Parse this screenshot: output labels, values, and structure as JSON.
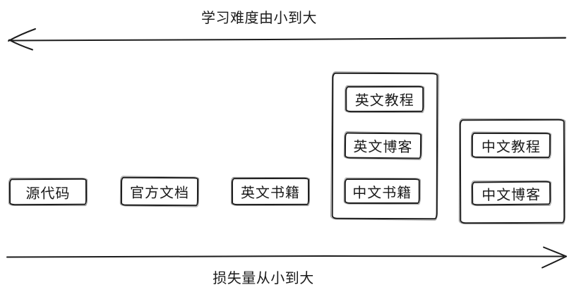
{
  "axes": {
    "top": {
      "label": "学习难度由小到大",
      "direction": "left"
    },
    "bottom": {
      "label": "损失量从小到大",
      "direction": "right"
    }
  },
  "standalone_nodes": [
    {
      "label": "源代码"
    },
    {
      "label": "官方文档"
    },
    {
      "label": "英文书籍"
    }
  ],
  "groups": [
    {
      "items": [
        {
          "label": "英文教程"
        },
        {
          "label": "英文博客"
        },
        {
          "label": "中文书籍"
        }
      ]
    },
    {
      "items": [
        {
          "label": "中文教程"
        },
        {
          "label": "中文博客"
        }
      ]
    }
  ],
  "colors": {
    "ink": "#1c1c1c",
    "background": "#ffffff"
  }
}
